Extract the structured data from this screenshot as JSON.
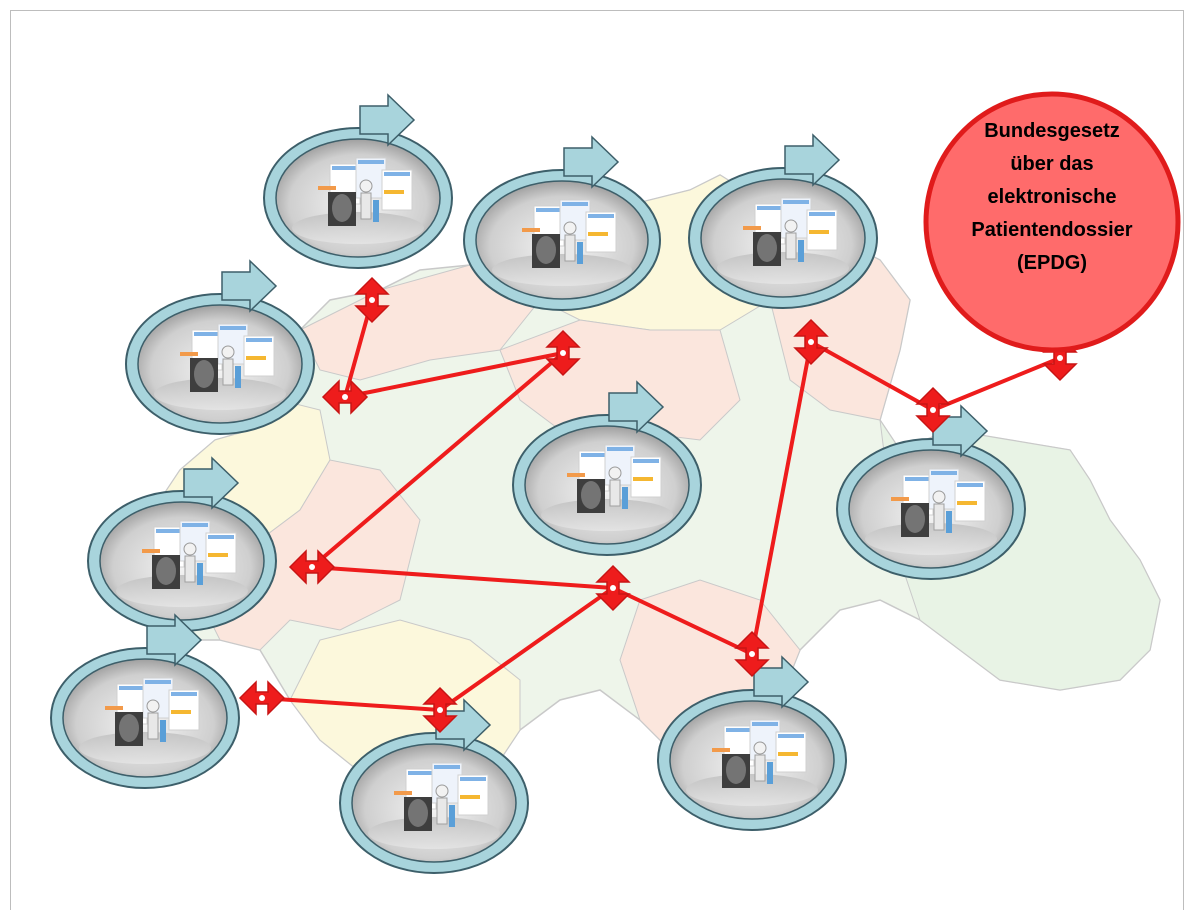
{
  "law": {
    "lines": [
      "Bundesgesetz",
      "über das",
      "elektronische",
      "Patientendossier",
      "(EPDG)"
    ],
    "fill_color": "#ff6b6b",
    "stroke_color": "#e01b1b"
  },
  "colors": {
    "connector": "#ee1c1c",
    "ring": "#a8d4dc",
    "ring_stroke": "#3d5f6a",
    "map_region_a": "#fbe6dd",
    "map_region_b": "#e8f3e5",
    "map_region_c": "#fcf8dc"
  },
  "icons": {
    "community": "community-workflow-icon",
    "connector": "double-arrow-connector-icon"
  }
}
